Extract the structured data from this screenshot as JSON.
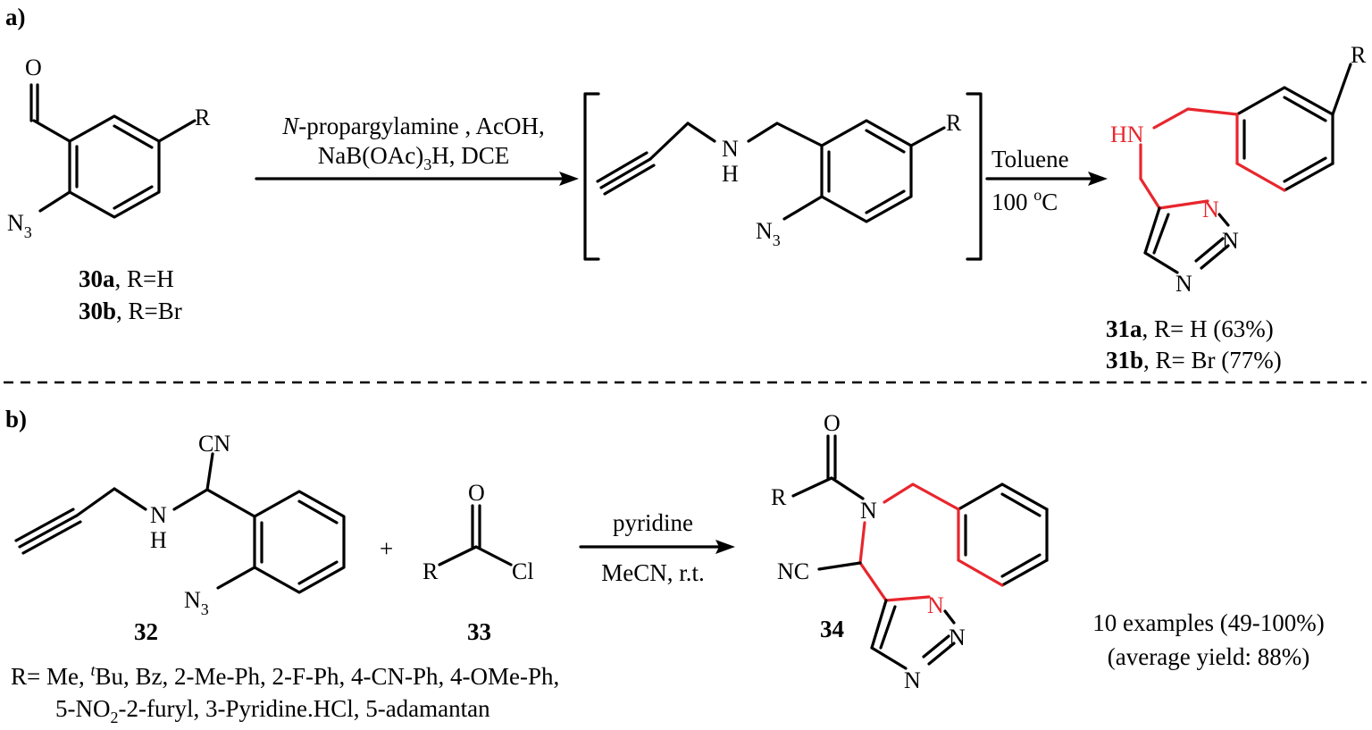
{
  "colors": {
    "highlight": "#e8262d",
    "ink": "#000000",
    "background": "#ffffff"
  },
  "panel_a": {
    "label": "a)",
    "sm_atoms": {
      "o": "O",
      "r": "R",
      "n3_main": "N",
      "n3_sub": "3"
    },
    "sm_names": [
      {
        "id": "30a",
        "text": ", R=H"
      },
      {
        "id": "30b",
        "text": ", R=Br"
      }
    ],
    "cond1_line1_italic": "N",
    "cond1_line1_rest": "-propargylamine , AcOH,",
    "cond1_line2_a": "NaB(OAc)",
    "cond1_line2_sub": "3",
    "cond1_line2_b": "H, DCE",
    "int_atoms": {
      "nh_n": "N",
      "nh_h": "H",
      "r": "R",
      "n3_main": "N",
      "n3_sub": "3"
    },
    "cond2_line1": "Toluene",
    "cond2_line2_a": "100 ",
    "cond2_line2_sup": "o",
    "cond2_line2_b": "C",
    "prod_atoms": {
      "hn": "HN",
      "r": "R",
      "n1": "N",
      "n2": "N",
      "n3": "N"
    },
    "prod_names": [
      {
        "id": "31a",
        "text": ", R= H (63%)"
      },
      {
        "id": "31b",
        "text": ", R= Br (77%)"
      }
    ]
  },
  "panel_b": {
    "label": "b)",
    "c32_atoms": {
      "cn": "CN",
      "nh_n": "N",
      "nh_h": "H",
      "n3_main": "N",
      "n3_sub": "3"
    },
    "c32_label": "32",
    "plus": "+",
    "c33_atoms": {
      "o": "O",
      "r": "R",
      "cl": "Cl"
    },
    "c33_label": "33",
    "cond_line1": "pyridine",
    "cond_line2": "MeCN, r.t.",
    "c34_atoms": {
      "o": "O",
      "r": "R",
      "n_amide": "N",
      "nc": "NC",
      "n1": "N",
      "n2": "N",
      "n3": "N"
    },
    "c34_label": "34",
    "yield_line1": "10 examples (49-100%)",
    "yield_line2": "(average yield: 88%)",
    "r_list_line1_a": "R= Me, ",
    "r_list_line1_sup": "t",
    "r_list_line1_b": "Bu, Bz, 2-Me-Ph, 2-F-Ph, 4-CN-Ph, 4-OMe-Ph,",
    "r_list_line2_a": "5-NO",
    "r_list_line2_sub": "2",
    "r_list_line2_b": "-2-furyl, 3-Pyridine.HCl, 5-adamantan"
  }
}
